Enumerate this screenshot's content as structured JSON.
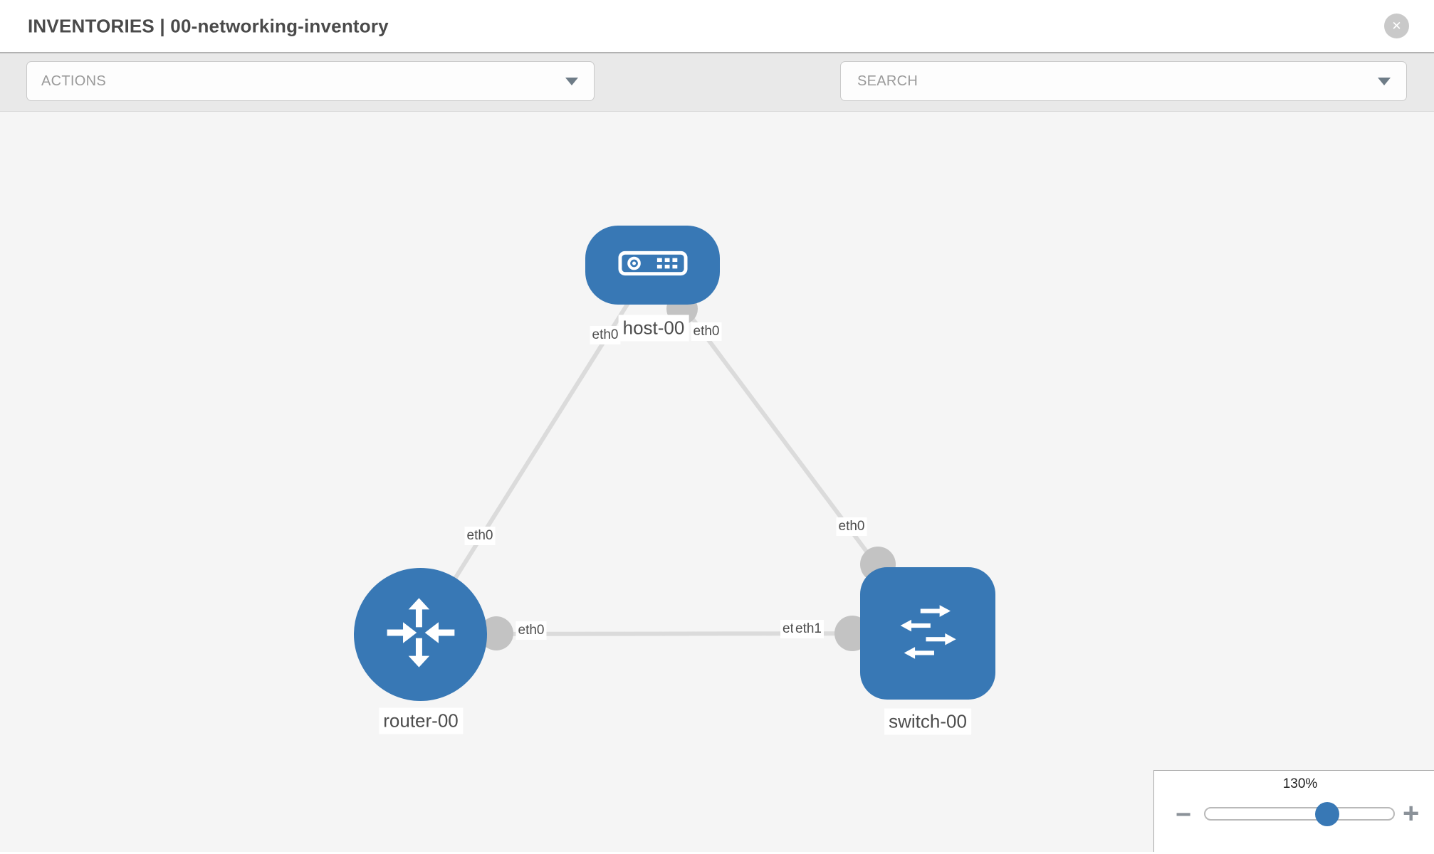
{
  "header": {
    "title": "INVENTORIES | 00-networking-inventory",
    "close_glyph": "✕"
  },
  "toolbar": {
    "actions_label": "ACTIONS",
    "search_label": "SEARCH",
    "icons": [
      "wrench-icon",
      "key-icon"
    ]
  },
  "topology": {
    "nodes": [
      {
        "id": "host-00",
        "type": "host",
        "label": "host-00",
        "icon": "host-icon"
      },
      {
        "id": "router-00",
        "type": "router",
        "label": "router-00",
        "icon": "router-icon"
      },
      {
        "id": "switch-00",
        "type": "switch",
        "label": "switch-00",
        "icon": "switch-icon"
      }
    ],
    "links": [
      {
        "from": "host-00",
        "from_if": "eth0",
        "to": "router-00",
        "to_if": "eth0"
      },
      {
        "from": "host-00",
        "from_if": "eth0",
        "to": "switch-00",
        "to_if": "eth0"
      },
      {
        "from": "router-00",
        "from_if": "eth0",
        "to": "switch-00",
        "to_if": "eth1",
        "overlapped_if": "eth0"
      }
    ]
  },
  "zoom_control": {
    "value": "130%",
    "minus_glyph": "−",
    "plus_glyph": "+"
  },
  "colors": {
    "node_blue": "#3878b5",
    "link_gray": "#dbdbdb",
    "port_gray": "#c3c3c3",
    "canvas_bg": "#f5f5f5",
    "toolbar_bg": "#e9e9e9"
  }
}
